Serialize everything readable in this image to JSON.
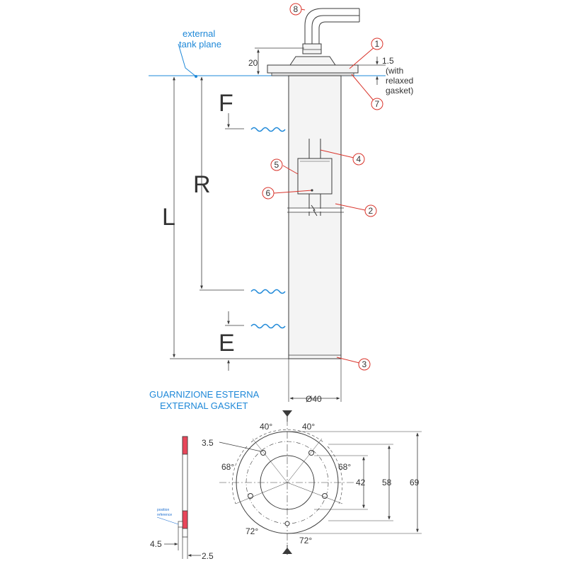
{
  "labels": {
    "tank_plane": [
      "external",
      "tank plane"
    ],
    "gasket_title_it": "GUARNIZIONE ESTERNA",
    "gasket_title_en": "EXTERNAL GASKET",
    "position_reference": [
      "position",
      "reference"
    ],
    "relaxed_note": [
      "(with",
      "relaxed",
      "gasket)"
    ]
  },
  "letters": {
    "F": "F",
    "R": "R",
    "L": "L",
    "E": "E"
  },
  "dims": {
    "flange_height": "20",
    "gasket_thickness": "1.5",
    "diameter": "Ø40",
    "hole": "3.5",
    "d42": "42",
    "d58": "58",
    "d69": "69",
    "w45": "4.5",
    "w25": "2.5"
  },
  "angles": {
    "top_left": "40°",
    "top_right": "40°",
    "left": "68°",
    "right": "68°",
    "bottom_left": "72°",
    "bottom_right": "72°"
  },
  "callouts": [
    "1",
    "2",
    "3",
    "4",
    "5",
    "6",
    "7",
    "8"
  ],
  "colors": {
    "line": "#3a3a3a",
    "callout": "#d9342b",
    "accent_blue": "#1e88d8",
    "gasket_fill": "#e8465a",
    "tube_fill": "#f4f4f4"
  },
  "icons": {
    "liquid_level": "wave-icon"
  }
}
